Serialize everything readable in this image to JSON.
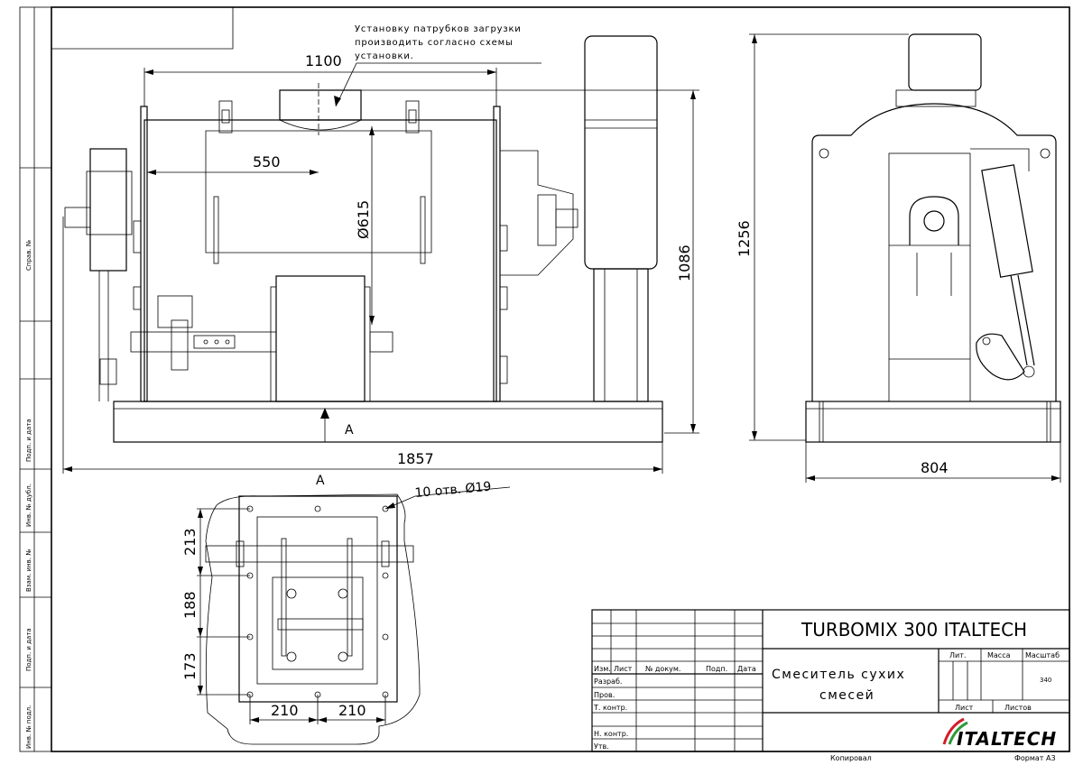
{
  "note": {
    "line1": "Установку патрубков загрузки",
    "line2": "производить согласно схемы",
    "line3": "установки."
  },
  "dimensions": {
    "width_1100": "1100",
    "width_550": "550",
    "diam_615": "Ø615",
    "height_1086": "1086",
    "height_1256": "1256",
    "length_1857": "1857",
    "width_804": "804",
    "holes": "10 отв. Ø19",
    "d213": "213",
    "d188": "188",
    "d173": "173",
    "d210a": "210",
    "d210b": "210"
  },
  "section": {
    "view_a_arrow": "A",
    "view_a_label": "A"
  },
  "side_stamp": {
    "sprav": "Справ. №",
    "podp1": "Подп. и дата",
    "inv_dubl": "Инв. № дубл.",
    "vzam": "Взам. инв. №",
    "podp2": "Подп. и дата",
    "inv_podl": "Инв. № подл."
  },
  "title_block": {
    "designation": "TURBOMIX 300 ITALTECH",
    "name_line1": "Смеситель сухих",
    "name_line2": "смесей",
    "col_izm": "Изм.",
    "col_list": "Лист",
    "col_ndok": "№ докум.",
    "col_podp": "Подп.",
    "col_data": "Дата",
    "razrab": "Разраб.",
    "prov": "Пров.",
    "tkontr": "Т. контр.",
    "nkontr": "Н. контр.",
    "utv": "Утв.",
    "lit": "Лит.",
    "massa": "Масса",
    "masshtab": "Масштаб",
    "mass_value": "340",
    "list": "Лист",
    "listov": "Листов",
    "logo_text": "ITALTECH",
    "kopiroval": "Копировал",
    "format": "Формат А3"
  },
  "colors": {
    "ink": "#000000",
    "logo_red": "#d21e2b",
    "logo_green": "#2e9a3a"
  }
}
